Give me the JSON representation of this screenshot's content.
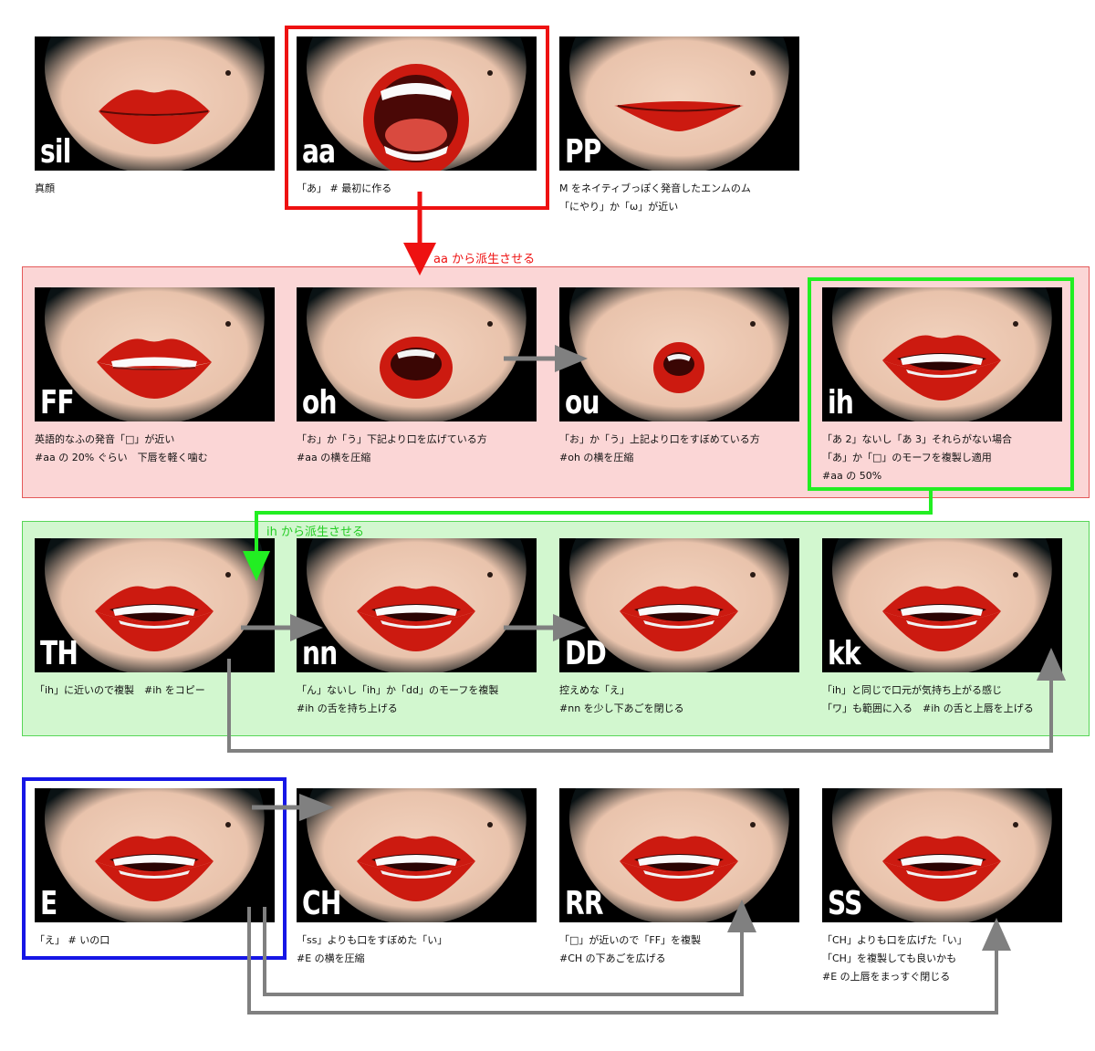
{
  "colors": {
    "accent_red": "#ee1111",
    "accent_green": "#22ee22",
    "accent_blue": "#1616e6",
    "arrow_gray": "#808080",
    "region_red_fill": "#fbd6d6",
    "region_green_fill": "#d2f7cf",
    "lip": "#cc1a10",
    "skin": "#f2d3bf"
  },
  "regions": {
    "red_label": "aa から派生させる",
    "green_label": "ih から派生させる"
  },
  "visemes": [
    {
      "code": "sil",
      "mouth": "closed",
      "lines": [
        "真顔"
      ]
    },
    {
      "code": "aa",
      "mouth": "wide",
      "lines": [
        "「あ」 # 最初に作る"
      ]
    },
    {
      "code": "PP",
      "mouth": "pressed",
      "lines": [
        "M をネイティブっぽく発音したエンムのム",
        "「にやり」か「ω」が近い"
      ]
    },
    {
      "code": "FF",
      "mouth": "teeth",
      "lines": [
        "英語的なふの発音「□」が近い",
        "#aa の 20% ぐらい　下唇を軽く噛む"
      ]
    },
    {
      "code": "oh",
      "mouth": "round",
      "lines": [
        "「お」か「う」下記より口を広げている方",
        "#aa の横を圧縮"
      ]
    },
    {
      "code": "ou",
      "mouth": "small",
      "lines": [
        "「お」か「う」上記より口をすぼめている方",
        "#oh の横を圧縮"
      ]
    },
    {
      "code": "ih",
      "mouth": "grin",
      "lines": [
        "「あ 2」ないし「あ 3」それらがない場合",
        "「あ」か「□」のモーフを複製し適用",
        "#aa の 50%"
      ]
    },
    {
      "code": "TH",
      "mouth": "grin",
      "lines": [
        "「ih」に近いので複製　#ih をコピー"
      ]
    },
    {
      "code": "nn",
      "mouth": "grin",
      "lines": [
        "「ん」ないし「ih」か「dd」のモーフを複製",
        "#ih の舌を持ち上げる"
      ]
    },
    {
      "code": "DD",
      "mouth": "grin",
      "lines": [
        "控えめな「え」",
        "#nn を少し下あごを閉じる"
      ]
    },
    {
      "code": "kk",
      "mouth": "grin",
      "lines": [
        "「ih」と同じで口元が気持ち上がる感じ",
        "「ワ」も範囲に入る　#ih の舌と上唇を上げる"
      ]
    },
    {
      "code": "E",
      "mouth": "grin",
      "lines": [
        "「え」 # いの口"
      ]
    },
    {
      "code": "CH",
      "mouth": "grin",
      "lines": [
        "「ss」よりも口をすぼめた「い」",
        "#E の横を圧縮"
      ]
    },
    {
      "code": "RR",
      "mouth": "grin",
      "lines": [
        "「□」が近いので「FF」を複製",
        "#CH の下あごを広げる"
      ]
    },
    {
      "code": "SS",
      "mouth": "grin",
      "lines": [
        "「CH」よりも口を広げた「い」",
        "「CH」を複製しても良いかも",
        "#E の上唇をまっすぐ閉じる"
      ]
    }
  ]
}
